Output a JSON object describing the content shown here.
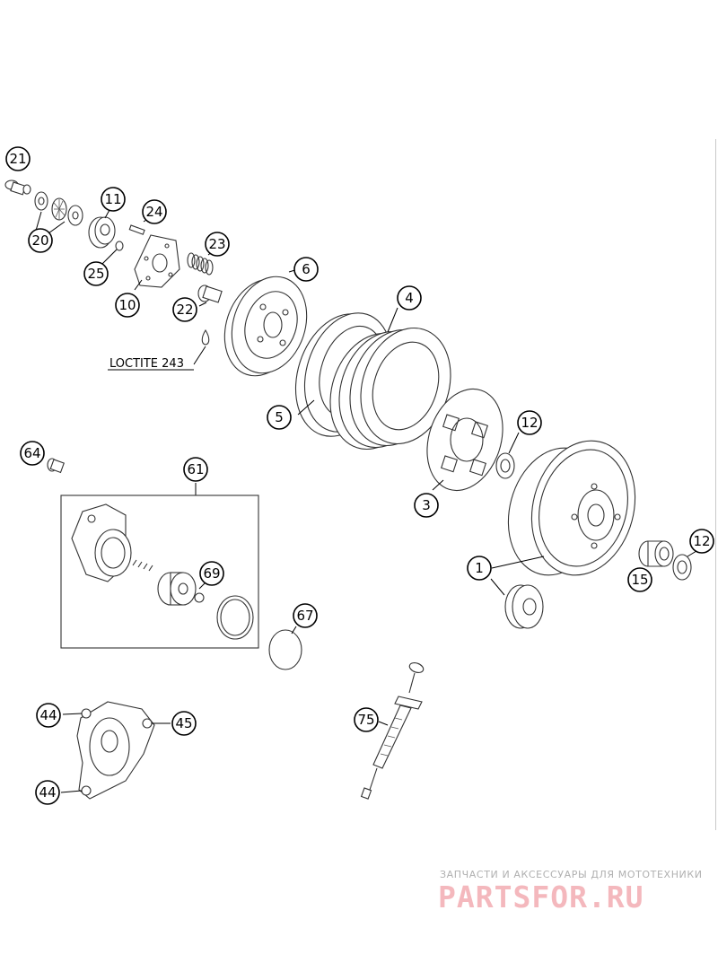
{
  "callouts": {
    "c21": "21",
    "c20": "20",
    "c11": "11",
    "c24": "24",
    "c23": "23",
    "c25": "25",
    "c10": "10",
    "c22": "22",
    "c6": "6",
    "c4": "4",
    "c5": "5",
    "c3": "3",
    "c12a": "12",
    "c12b": "12",
    "c1": "1",
    "c15": "15",
    "c64": "64",
    "c61": "61",
    "c69": "69",
    "c67": "67",
    "c44a": "44",
    "c44b": "44",
    "c45": "45",
    "c75": "75"
  },
  "note_loctite": "LOCTITE 243",
  "watermark": {
    "caption": "ЗАПЧАСТИ И АКСЕССУАРЫ ДЛЯ МОТОТЕХНИКИ",
    "logo": "PARTSFOR.RU"
  }
}
